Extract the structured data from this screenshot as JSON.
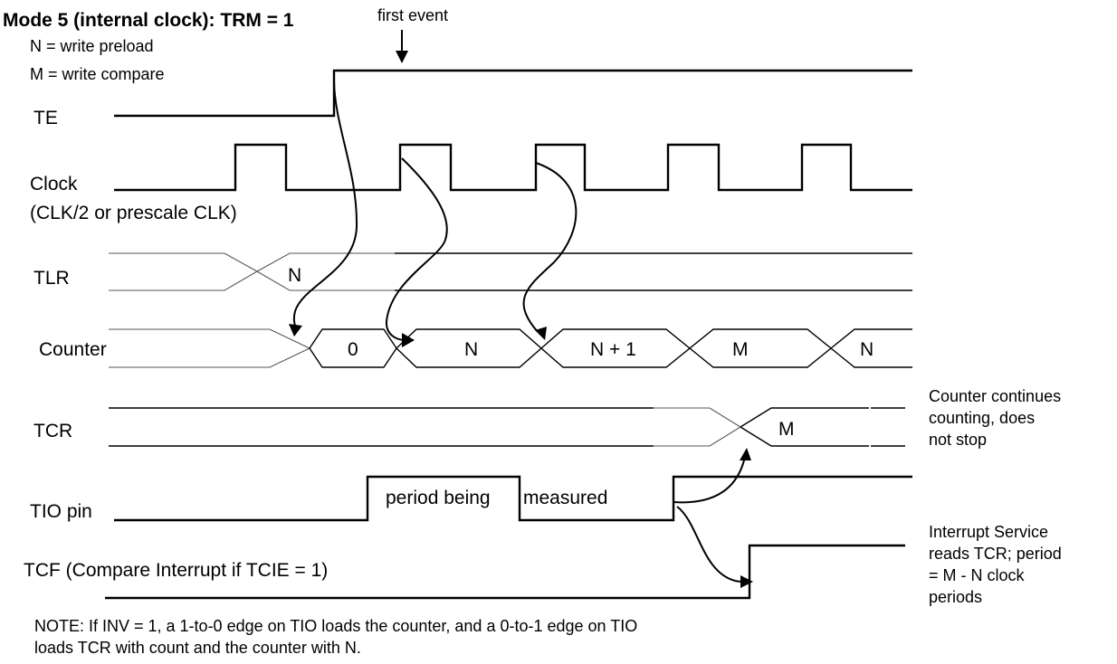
{
  "title": "Mode 5 (internal clock): TRM = 1",
  "first_event": "first event",
  "legend": {
    "n_line": "N = write preload",
    "m_line": "M = write compare"
  },
  "signals": {
    "te": "TE",
    "clock": "Clock",
    "clock_sub": "(CLK/2 or prescale CLK)",
    "tlr": "TLR",
    "counter": "Counter",
    "tcr": "TCR",
    "tio": "TIO pin",
    "tcf": "TCF (Compare Interrupt if TCIE = 1)"
  },
  "bus_values": {
    "tlr_n": "N",
    "c0": "0",
    "c1": "N",
    "c2": "N + 1",
    "c3": "M",
    "c4": "N",
    "tcr_m": "M"
  },
  "tio_text": {
    "left": "period being",
    "right": "measured"
  },
  "notes": {
    "counter_1": "Counter continues",
    "counter_2": "counting, does",
    "counter_3": "not stop",
    "isr_1": "Interrupt Service",
    "isr_2": "reads TCR; period",
    "isr_3": "= M - N clock",
    "isr_4": "periods",
    "bottom_1": "NOTE: If INV = 1, a 1-to-0 edge on TIO loads the counter, and a 0-to-1 edge on TIO",
    "bottom_2": "loads TCR with count and the counter with N."
  }
}
